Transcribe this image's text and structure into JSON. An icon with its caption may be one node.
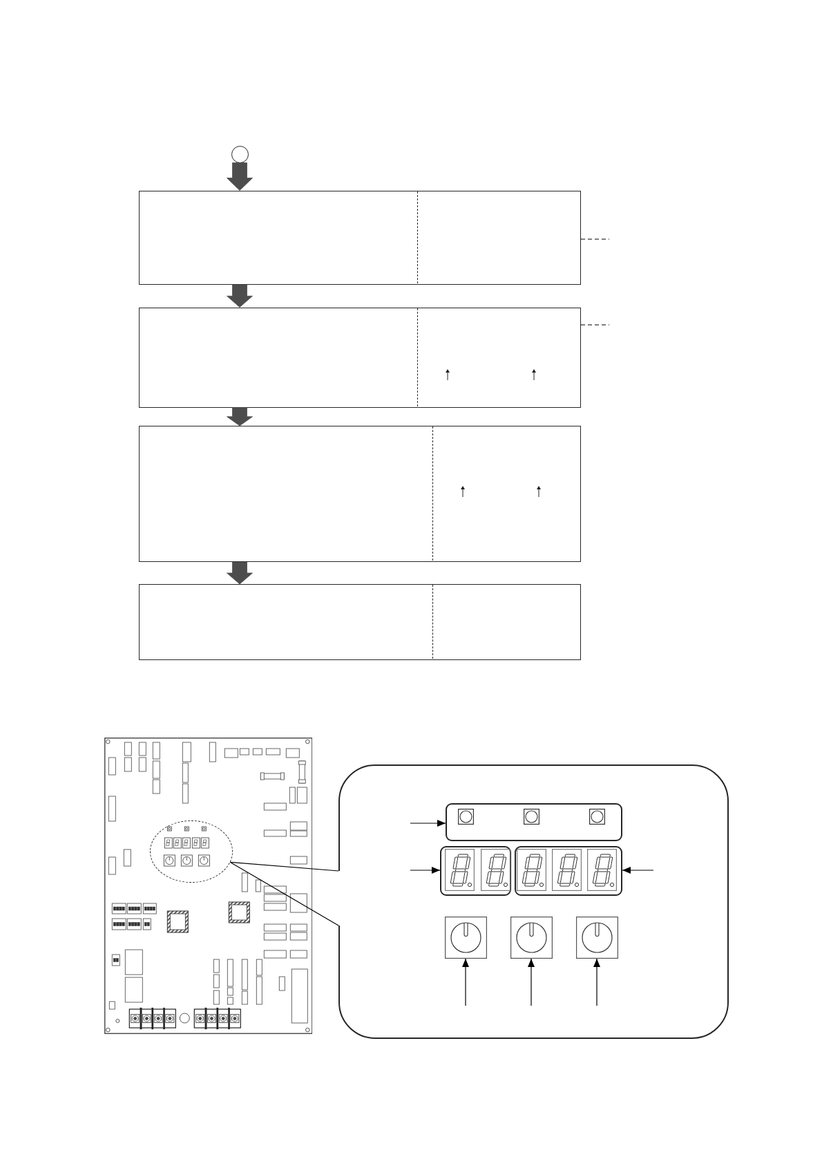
{
  "diagram": {
    "nodes": [
      {
        "text": [],
        "shape": "circle"
      },
      {
        "text": [],
        "shape": "box"
      },
      {
        "text": [],
        "shape": "box"
      },
      {
        "text": [],
        "shape": "box"
      },
      {
        "text": [],
        "shape": "box"
      },
      {
        "text": [],
        "shape": "picture"
      },
      {
        "text": [],
        "shape": "ellipse",
        "in": 5
      },
      {
        "text": [],
        "shape": "box"
      },
      {
        "text": [],
        "shape": "box",
        "in": 7
      },
      {
        "text": [],
        "shape": "box",
        "in": 7
      },
      {
        "text": [],
        "shape": "box",
        "in": 7
      },
      {
        "text": [],
        "shape": "picture",
        "in": 7
      },
      {
        "text": [],
        "shape": "picture",
        "in": 7
      },
      {
        "text": [],
        "shape": "picture",
        "in": 7
      }
    ],
    "edges": [
      {
        "from": 0,
        "to": 1,
        "arrow": "to",
        "style": "thick",
        "color": "#4d4d4d"
      },
      {
        "from": 1,
        "to": 2,
        "arrow": "to",
        "style": "thick",
        "color": "#4d4d4d"
      },
      {
        "from": 2,
        "to": 3,
        "arrow": "to",
        "style": "thick",
        "color": "#4d4d4d"
      },
      {
        "from": 3,
        "to": 4,
        "arrow": "to",
        "style": "thick",
        "color": "#4d4d4d"
      },
      {
        "from": 1,
        "to": null,
        "arrow": "none",
        "style": "dashed"
      },
      {
        "from": 2,
        "to": null,
        "arrow": "none",
        "style": "dashed"
      },
      {
        "from": 6,
        "to": 7,
        "arrow": "none"
      },
      {
        "from": 6,
        "to": 7,
        "arrow": "none"
      },
      {
        "from": null,
        "to": 8,
        "arrow": "to"
      },
      {
        "from": null,
        "to": 9,
        "arrow": "to"
      },
      {
        "from": null,
        "to": 10,
        "arrow": "to"
      },
      {
        "from": null,
        "to": 11,
        "arrow": "to"
      },
      {
        "from": null,
        "to": 12,
        "arrow": "to"
      },
      {
        "from": null,
        "to": 13,
        "arrow": "to"
      }
    ]
  }
}
